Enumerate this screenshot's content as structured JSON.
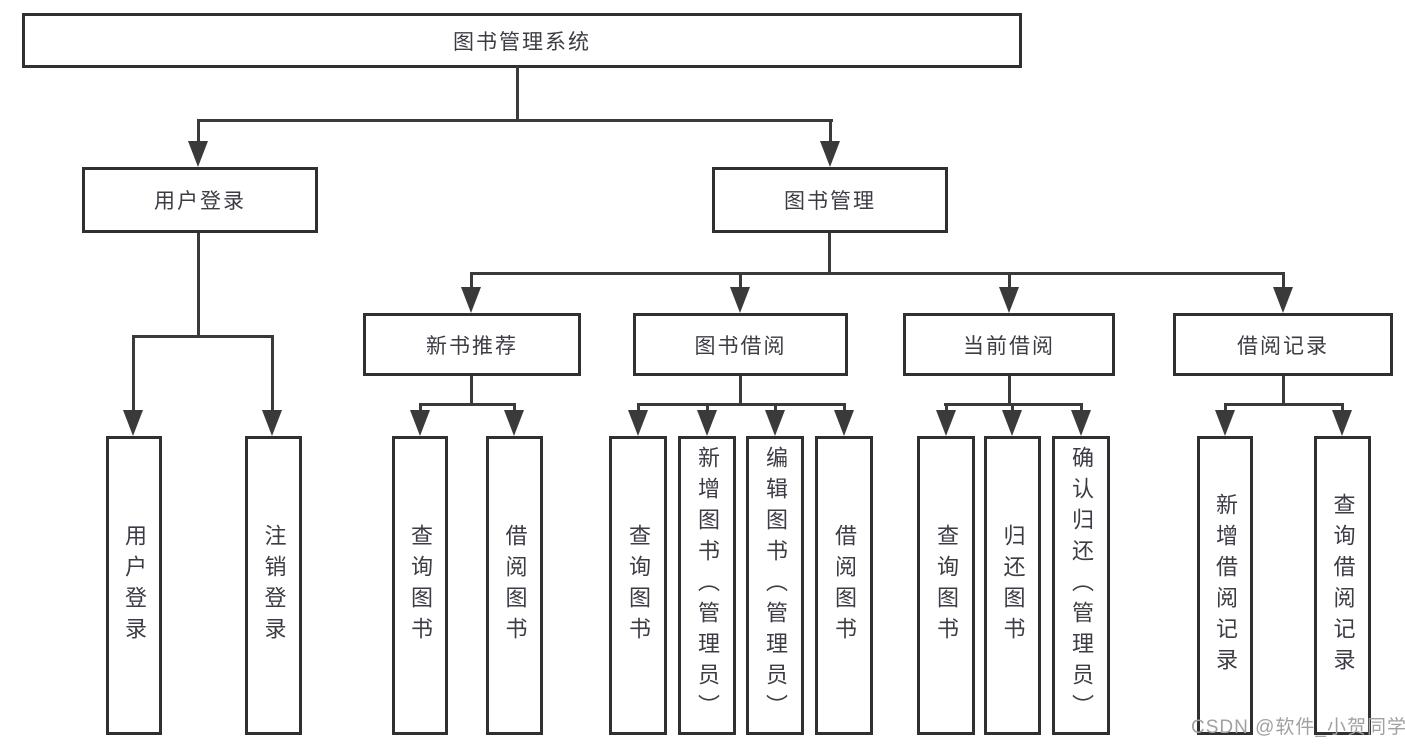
{
  "diagram": {
    "type": "tree",
    "root": "图书管理系统",
    "level2": [
      "用户登录",
      "图书管理"
    ],
    "level3": [
      "新书推荐",
      "图书借阅",
      "当前借阅",
      "借阅记录"
    ],
    "leaves": {
      "user_login": [
        "用户登录",
        "注销登录"
      ],
      "new_book_recommend": [
        "查询图书",
        "借阅图书"
      ],
      "book_borrow": [
        "查询图书",
        "新增图书（管理员）",
        "编辑图书（管理员）",
        "借阅图书"
      ],
      "current_borrow": [
        "查询图书",
        "归还图书",
        "确认归还（管理员）"
      ],
      "borrow_records": [
        "新增借阅记录",
        "查询借阅记录"
      ]
    },
    "watermark": "CSDN @软件_小贺同学",
    "colors": {
      "line": "#3a3a3a",
      "border": "#303030",
      "text": "#3c3c44",
      "watermark": "#a1a1a1",
      "background": "#ffffff"
    }
  }
}
